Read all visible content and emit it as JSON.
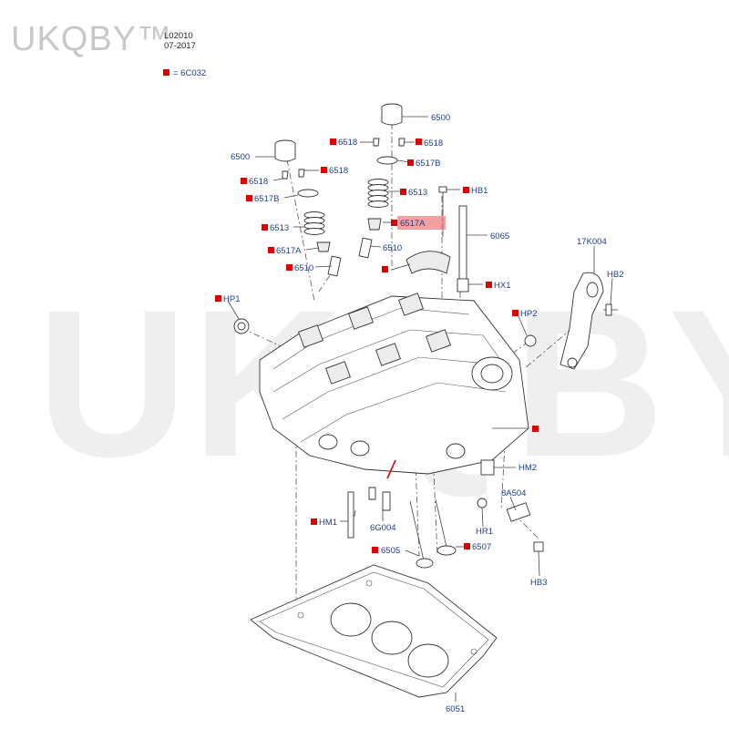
{
  "watermark": {
    "brand_logo": "UKQBY™",
    "big_text": "UKQBY™"
  },
  "header": {
    "code": "L02010",
    "date": "07-2017"
  },
  "legend": {
    "text": "= 6C032"
  },
  "labels": {
    "p6500_right": "6500",
    "p6518_a": "6518",
    "p6518_b": "6518",
    "p6517b_right": "6517B",
    "p6513_right": "6513",
    "p6517a_highlight": "6517A",
    "p6510_right": "6510",
    "hb1": "HB1",
    "p6065": "6065",
    "hx1": "HX1",
    "p6500_left": "6500",
    "p6518_c": "6518",
    "p6518_d": "6518",
    "p6517b_left": "6517B",
    "p6513_left": "6513",
    "p6517a_left": "6517A",
    "p6510_left": "6510",
    "hp1": "HP1",
    "hp2": "HP2",
    "p17k004": "17K004",
    "hb2": "HB2",
    "hm2": "HM2",
    "p8a504": "8A504",
    "hr1": "HR1",
    "hb3": "HB3",
    "hm1": "HM1",
    "p6g004": "6G004",
    "p6505": "6505",
    "p6507": "6507",
    "p6051": "6051"
  },
  "colors": {
    "marker": "#e00000",
    "label": "#1f3d8a",
    "highlight": "#f08080"
  }
}
